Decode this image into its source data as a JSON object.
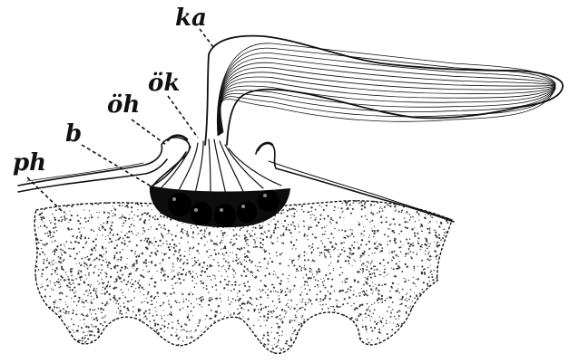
{
  "figure": {
    "labels": {
      "ka": "ka",
      "ok": "ök",
      "oh": "öh",
      "b": "b",
      "ph": "ph"
    },
    "colors": {
      "ink": "#111111",
      "background": "#ffffff",
      "nuclei": "#0d0d0d"
    }
  }
}
